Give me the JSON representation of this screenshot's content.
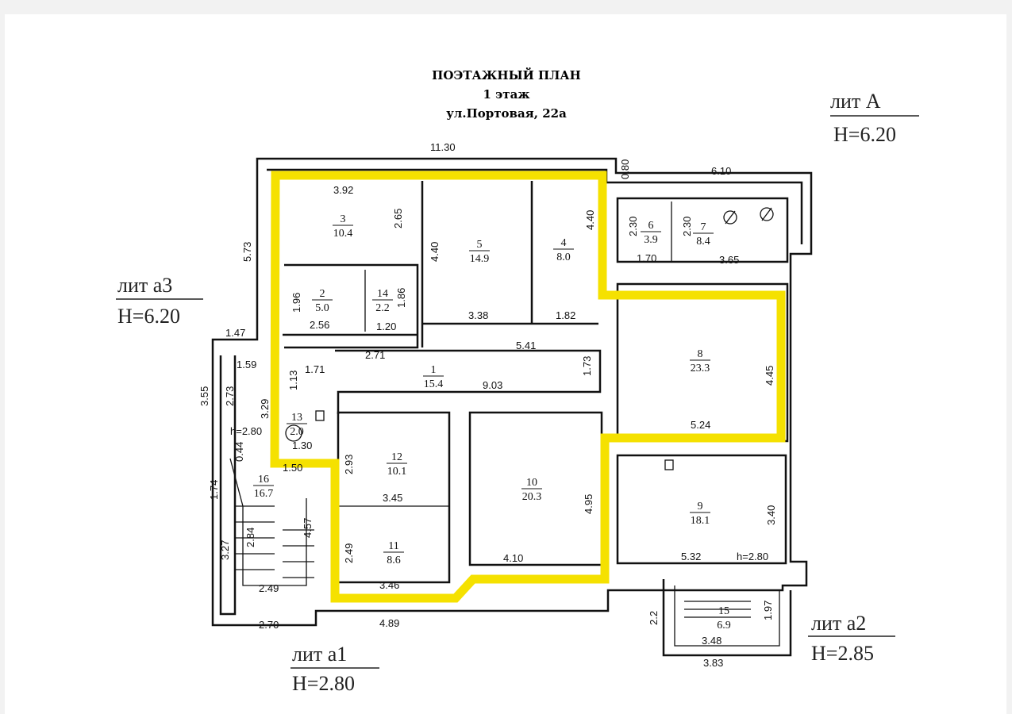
{
  "title": {
    "line1": "ПОЭТАЖНЫЙ ПЛАН",
    "line2": "1 этаж",
    "line3": "ул.Портовая, 22а"
  },
  "lit_labels": {
    "A": {
      "name": "лит А",
      "height": "H=6.20"
    },
    "a3": {
      "name": "лит а3",
      "height": "H=6.20"
    },
    "a1": {
      "name": "лит а1",
      "height": "H=2.80"
    },
    "a2": {
      "name": "лит а2",
      "height": "H=2.85"
    }
  },
  "rooms": [
    {
      "num": "1",
      "area": "15.4"
    },
    {
      "num": "2",
      "area": "5.0"
    },
    {
      "num": "3",
      "area": "10.4"
    },
    {
      "num": "4",
      "area": "8.0"
    },
    {
      "num": "5",
      "area": "14.9"
    },
    {
      "num": "6",
      "area": "3.9"
    },
    {
      "num": "7",
      "area": "8.4"
    },
    {
      "num": "8",
      "area": "23.3"
    },
    {
      "num": "9",
      "area": "18.1"
    },
    {
      "num": "10",
      "area": "20.3"
    },
    {
      "num": "11",
      "area": "8.6"
    },
    {
      "num": "12",
      "area": "10.1"
    },
    {
      "num": "13",
      "area": "2.0"
    },
    {
      "num": "14",
      "area": "2.2"
    },
    {
      "num": "15",
      "area": "6.9"
    },
    {
      "num": "16",
      "area": "16.7"
    }
  ],
  "dimensions": {
    "d11_30": "11.30",
    "d0_80": "0.80",
    "d6_10": "6.10",
    "d3_92": "3.92",
    "d2_65": "2.65",
    "d4_40a": "4.40",
    "d4_40b": "4.40",
    "d5_73": "5.73",
    "d2_30a": "2.30",
    "d2_30b": "2.30",
    "d1_70": "1.70",
    "d3_65": "3.65",
    "d1_96": "1.96",
    "d1_86": "1.86",
    "d2_56": "2.56",
    "d1_20": "1.20",
    "d3_38": "3.38",
    "d1_82": "1.82",
    "d1_47": "1.47",
    "d2_71": "2.71",
    "d5_41": "5.41",
    "d1_59": "1.59",
    "d1_71": "1.71",
    "d1_73": "1.73",
    "d4_45": "4.45",
    "d1_13": "1.13",
    "d9_03": "9.03",
    "d3_55": "3.55",
    "d2_73": "2.73",
    "d3_29": "3.29",
    "d_h2_80": "h=2.80",
    "d0_44": "0.44",
    "d1_30": "1.30",
    "d1_50": "1.50",
    "d2_93": "2.93",
    "d5_24": "5.24",
    "d1_74": "1.74",
    "d3_45": "3.45",
    "d4_95": "4.95",
    "d3_40": "3.40",
    "d4_57": "4.57",
    "d2_84": "2.84",
    "d3_27": "3.27",
    "d2_49a": "2.49",
    "d4_10": "4.10",
    "d5_32": "5.32",
    "d_h2_80b": "h=2.80",
    "d2_49b": "2.49",
    "d3_46": "3.46",
    "d2_70": "2.70",
    "d4_89": "4.89",
    "d2_2": "2.2",
    "d1_97": "1.97",
    "d3_48": "3.48",
    "d3_83": "3.83"
  },
  "colors": {
    "highlight": "#f5e100",
    "lines": "#111111"
  }
}
